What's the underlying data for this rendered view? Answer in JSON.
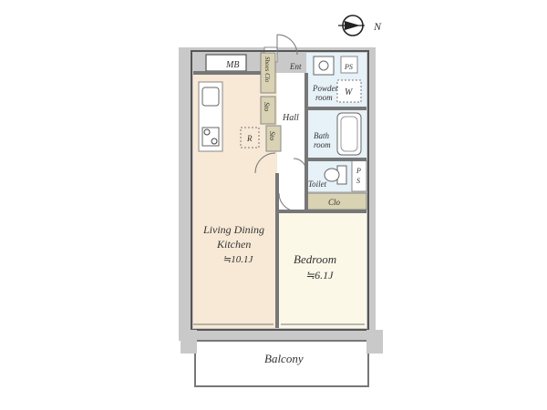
{
  "compass": {
    "label": "N"
  },
  "rooms": {
    "mb": "MB",
    "shoes_clo": "Shoes Clo",
    "ent": "Ent",
    "ps_top": "PS",
    "powder_line1": "Powder",
    "powder_line2": "room",
    "washer": "W",
    "sto1": "Sto",
    "sto2": "Sto",
    "hall": "Hall",
    "fridge": "R",
    "bath_line1": "Bath",
    "bath_line2": "room",
    "toilet": "Toilet",
    "ps_side_p": "P",
    "ps_side_s": "S",
    "clo": "Clo",
    "ldk_line1": "Living Dining",
    "ldk_line2": "Kitchen",
    "ldk_area": "≒10.1J",
    "bedroom": "Bedroom",
    "bedroom_area": "≒6.1J",
    "balcony": "Balcony"
  },
  "colors": {
    "ldk_floor": "#f7e9d6",
    "bedroom_floor": "#fbf8e8",
    "wet_floor": "#e6f1f8",
    "wall": "#9a9a9a",
    "wall_dark": "#6b6b6b",
    "storage": "#d9d2b3"
  }
}
